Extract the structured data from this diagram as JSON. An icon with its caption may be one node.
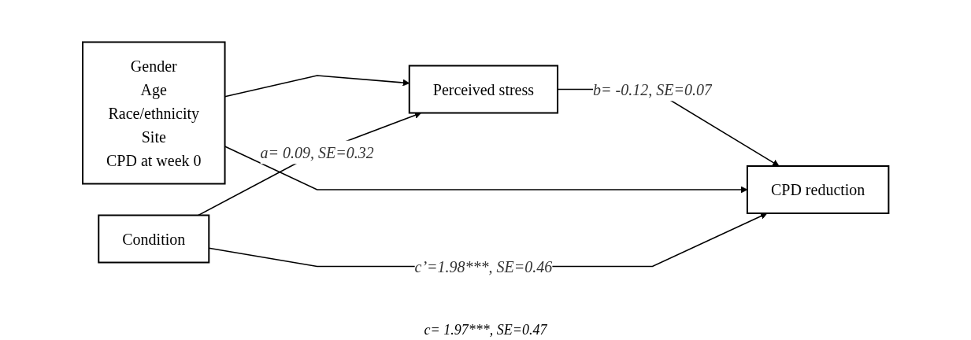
{
  "diagram": {
    "nodes": [
      {
        "text": [
          "Perceived stress"
        ]
      },
      {
        "text": [
          "Gender",
          "Age",
          "Race/ethnicity",
          "Site",
          "CPD at week 0"
        ]
      },
      {
        "text": [
          "Condition"
        ]
      },
      {
        "text": [
          "CPD reduction"
        ]
      }
    ],
    "edges": [
      {
        "from": 1,
        "to": 0,
        "arrow": "to"
      },
      {
        "from": 2,
        "to": 0,
        "arrow": "to",
        "label": "a= 0.09, SE=0.32"
      },
      {
        "from": 0,
        "to": 3,
        "arrow": "to",
        "label": "b= -0.12, SE=0.07"
      },
      {
        "from": 1,
        "to": 3,
        "arrow": "to"
      },
      {
        "from": 2,
        "to": 3,
        "arrow": "to",
        "label": "c’=1.98***, SE=0.46"
      }
    ],
    "labels": [
      "c= 1.97***, SE=0.47"
    ]
  }
}
